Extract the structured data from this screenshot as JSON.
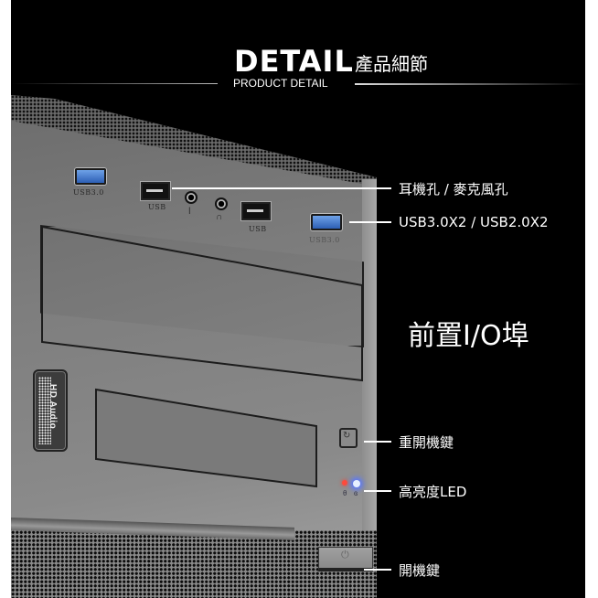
{
  "header": {
    "title": "DETAIL",
    "title_cn": "產品細節",
    "subtitle": "PRODUCT DETAIL"
  },
  "case": {
    "front_ports": [
      {
        "type": "usb3",
        "label": "USB3.0",
        "color": "#3f78d6"
      },
      {
        "type": "usb2",
        "label": "USB"
      },
      {
        "type": "audio-jack",
        "icon": "microphone-icon"
      },
      {
        "type": "audio-jack",
        "icon": "headphone-icon"
      },
      {
        "type": "usb2",
        "label": "USB"
      },
      {
        "type": "usb3",
        "label": "USB3.0",
        "color": "#3f78d6"
      }
    ],
    "badge": "HD Audio",
    "reset_glyph": "↻",
    "power_glyph": "⏻",
    "led_colors": {
      "hdd": "#ff4a3a",
      "power": "#5a78ff"
    }
  },
  "callouts": {
    "audio": "耳機孔 / 麥克風孔",
    "usb": "USB3.0X2 / USB2.0X2",
    "io_title": "前置I/O埠",
    "reset": "重開機鍵",
    "led": "高亮度LED",
    "power": "開機鍵"
  }
}
